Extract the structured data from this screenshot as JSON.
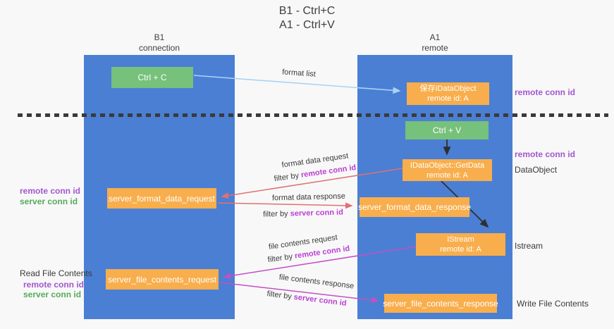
{
  "title": {
    "line1": "B1 - Ctrl+C",
    "line2": "A1 - Ctrl+V"
  },
  "lanes": {
    "left": {
      "title": "B1",
      "subtitle": "connection"
    },
    "right": {
      "title": "A1",
      "subtitle": "remote"
    }
  },
  "boxes": {
    "ctrl_c": {
      "label": "Ctrl + C"
    },
    "ctrl_v": {
      "label": "Ctrl + V"
    },
    "save_idataobject": {
      "line1": "保存IDataObject",
      "line2": "remote id: A"
    },
    "getdata": {
      "line1": "IDataObject::GetData",
      "line2": "remote id: A"
    },
    "istream": {
      "line1": "IStream",
      "line2": "remote id: A"
    },
    "server_format_data_request": {
      "label": "server_format_data_request"
    },
    "server_format_data_response": {
      "label": "server_format_data_response"
    },
    "server_file_contents_request": {
      "label": "server_file_contents_request"
    },
    "server_file_contents_response": {
      "label": "server_file_contents_response"
    }
  },
  "arrows": {
    "format_list": {
      "label": "format list"
    },
    "format_data_request": {
      "label": "format data request",
      "filter_prefix": "filter by ",
      "filter_key": "remote conn id"
    },
    "format_data_response": {
      "label": "format data response",
      "filter_prefix": "filter by ",
      "filter_key": "server conn id"
    },
    "file_contents_request": {
      "label": "file contents request",
      "filter_prefix": "filter by ",
      "filter_key": "remote conn id"
    },
    "file_contents_response": {
      "label": "file contents response",
      "filter_prefix": "filter by ",
      "filter_key": "server conn id"
    }
  },
  "side_labels": {
    "right_remote_conn_top": "remote conn id",
    "right_remote_conn_mid": "remote conn id",
    "right_dataobject": "DataObject",
    "right_istream": "Istream",
    "right_write_file": "Write File Contents",
    "left_remote_conn_1": "remote conn id",
    "left_server_conn_1": "server conn id",
    "left_read_file": "Read File Contents",
    "left_remote_conn_2": "remote conn id",
    "left_server_conn_2": "server conn id"
  },
  "colors": {
    "lane_blue": "#4a7fd4",
    "box_green": "#76c17b",
    "box_orange": "#f8ae4c",
    "arrow_red": "#e0716f",
    "arrow_magenta": "#c44fc4",
    "arrow_blue": "#a8d4f2",
    "arrow_black": "#2f2f2f",
    "text_purple": "#a257ce",
    "text_green": "#55ab58",
    "text_magenta": "#bb3fd0"
  }
}
